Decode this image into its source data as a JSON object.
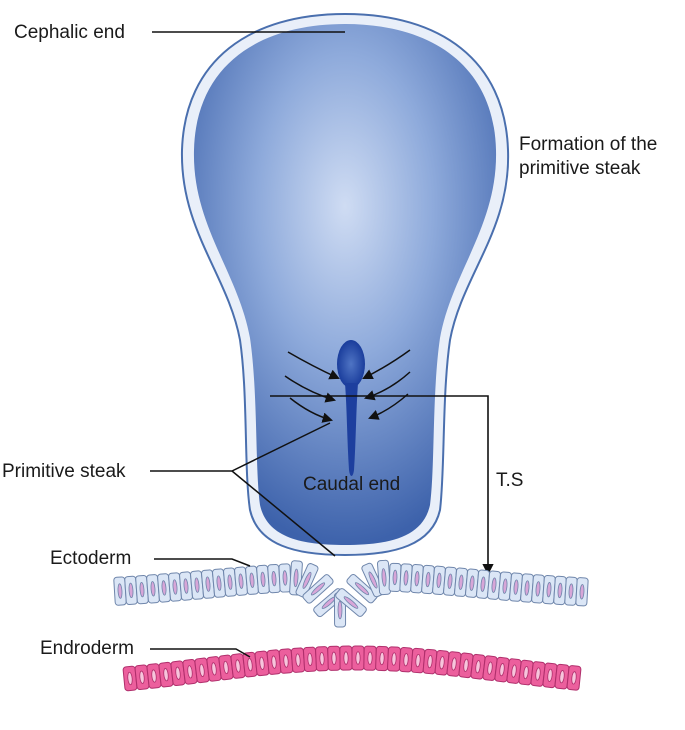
{
  "labels": {
    "cephalic_end": "Cephalic end",
    "formation_line1": "Formation of the",
    "formation_line2": "primitive steak",
    "primitive_steak": "Primitive steak",
    "caudal_end": "Caudal end",
    "ts": "T.S",
    "ectoderm": "Ectoderm",
    "endoderm": "Endroderm"
  },
  "colors": {
    "disc_outer": "#e8eef8",
    "disc_outline": "#4a6fae",
    "disc_fill_light": "#c9d8f1",
    "disc_fill_dark": "#3f67b0",
    "streak": "#1d3f9e",
    "ectoderm_cell": "#dbe6f6",
    "ectoderm_edge": "#6f86ab",
    "ectoderm_nucleus": "#d7a6d8",
    "endoderm_cell": "#ec5f9d",
    "endoderm_edge": "#b02f6c",
    "endoderm_nucleus": "#f7c5dc"
  }
}
